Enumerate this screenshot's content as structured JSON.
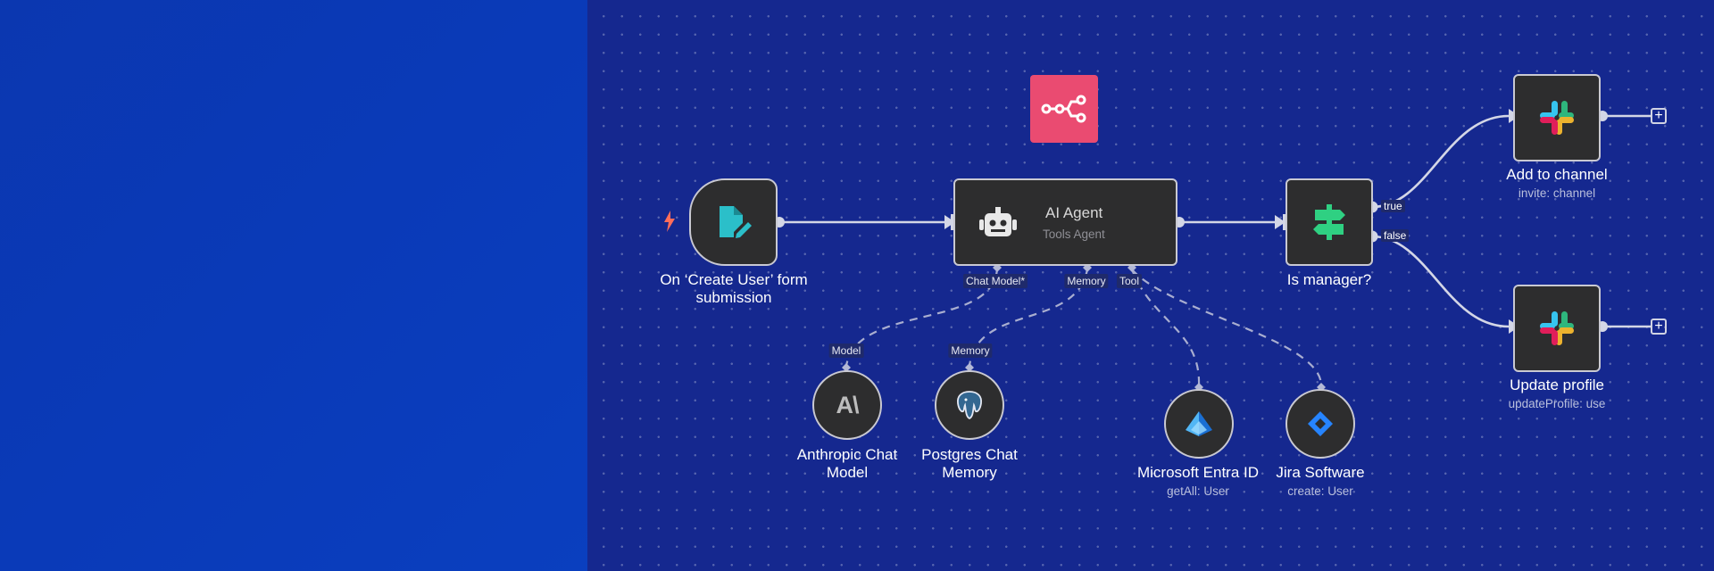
{
  "nodes": {
    "trigger": {
      "label": "On ‘Create User’ form submission",
      "line1": "On ‘Create User’ form",
      "line2": "submission"
    },
    "agent": {
      "title": "AI Agent",
      "subtitle": "Tools Agent",
      "ports": {
        "chat_model": "Chat Model*",
        "memory": "Memory",
        "tool": "Tool"
      }
    },
    "switch": {
      "label": "Is manager?",
      "true_label": "true",
      "false_label": "false"
    },
    "add_channel": {
      "label": "Add to channel",
      "sublabel": "invite: channel"
    },
    "update_profile": {
      "label": "Update profile",
      "sublabel": "updateProfile: use"
    },
    "anthropic": {
      "port": "Model",
      "line1": "Anthropic Chat",
      "line2": "Model",
      "glyph": "A\\"
    },
    "postgres": {
      "port": "Memory",
      "line1": "Postgres Chat",
      "line2": "Memory"
    },
    "entra": {
      "line1": "Microsoft Entra ID",
      "sublabel": "getAll: User"
    },
    "jira": {
      "line1": "Jira Software",
      "sublabel": "create: User"
    }
  },
  "colors": {
    "canvas": "#15288f",
    "left_panel": "#0a3bb5",
    "node": "#2d2d2e",
    "logo_tile": "#ea4b71",
    "accent_green": "#2fd082",
    "trigger_teal": "#2bbfc9",
    "bolt": "#ff6d5a"
  },
  "icons": {
    "logo": "n8n-logo-icon",
    "trigger": "form-icon",
    "agent": "robot-icon",
    "switch": "signpost-icon",
    "slack": "slack-icon",
    "anthropic": "anthropic-icon",
    "postgres": "postgres-elephant-icon",
    "entra": "entra-pyramid-icon",
    "jira": "jira-diamond-icon",
    "bolt": "lightning-icon",
    "plus": "plus-icon"
  }
}
